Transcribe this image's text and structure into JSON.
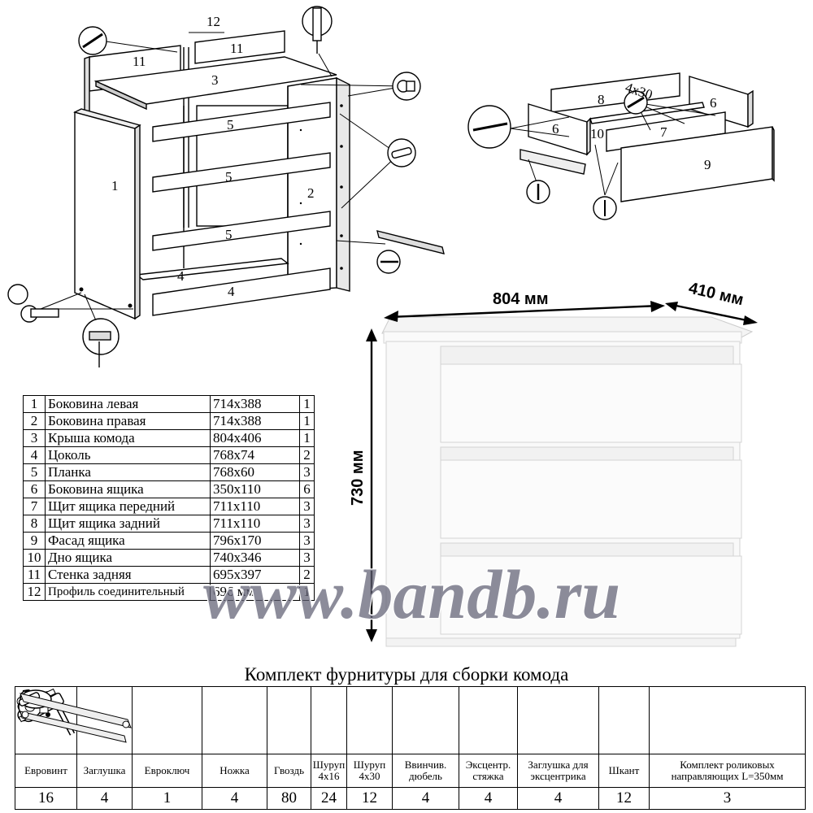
{
  "diagram": {
    "part_labels": {
      "p1": "1",
      "p2": "2",
      "p3": "3",
      "p4a": "4",
      "p4b": "4",
      "p5a": "5",
      "p5b": "5",
      "p5c": "5",
      "p11a": "11",
      "p11b": "11",
      "p12": "12",
      "d6a": "6",
      "d6b": "6",
      "d7": "7",
      "d8": "8",
      "d9": "9",
      "d10": "10",
      "screw": "4x30"
    },
    "dimensions": {
      "width": "804 мм",
      "depth": "410 мм",
      "height": "730 мм"
    },
    "watermark": "www.bandb.ru"
  },
  "parts": [
    {
      "num": "1",
      "name": "Боковина левая",
      "size": "714x388",
      "qty": "1"
    },
    {
      "num": "2",
      "name": "Боковина правая",
      "size": "714x388",
      "qty": "1"
    },
    {
      "num": "3",
      "name": "Крыша комода",
      "size": "804x406",
      "qty": "1"
    },
    {
      "num": "4",
      "name": "Цоколь",
      "size": "768x74",
      "qty": "2"
    },
    {
      "num": "5",
      "name": "Планка",
      "size": "768x60",
      "qty": "3"
    },
    {
      "num": "6",
      "name": "Боковина ящика",
      "size": "350x110",
      "qty": "6"
    },
    {
      "num": "7",
      "name": "Щит ящика передний",
      "size": "711x110",
      "qty": "3"
    },
    {
      "num": "8",
      "name": "Щит ящика задний",
      "size": "711x110",
      "qty": "3"
    },
    {
      "num": "9",
      "name": "Фасад ящика",
      "size": "796x170",
      "qty": "3"
    },
    {
      "num": "10",
      "name": "Дно ящика",
      "size": "740x346",
      "qty": "3"
    },
    {
      "num": "11",
      "name": "Стенка задняя",
      "size": "695x397",
      "qty": "2"
    },
    {
      "num": "12",
      "name": "Профиль соединительный",
      "size": "696 мм",
      "qty": "1"
    }
  ],
  "hardware": {
    "title": "Комплект фурнитуры для сборки комода",
    "items": [
      {
        "icon": "eurobolt-icon",
        "label": "Евровинт",
        "count": "16"
      },
      {
        "icon": "cap-icon",
        "label": "Заглушка",
        "count": "4"
      },
      {
        "icon": "eurokey-icon",
        "label": "Евроключ",
        "count": "1"
      },
      {
        "icon": "foot-icon",
        "label": "Ножка",
        "count": "4"
      },
      {
        "icon": "nail-icon",
        "label": "Гвоздь",
        "count": "80"
      },
      {
        "icon": "screw-small-icon",
        "label": "Шуруп 4x16",
        "count": "24"
      },
      {
        "icon": "screw-long-icon",
        "label": "Шуруп 4x30",
        "count": "12"
      },
      {
        "icon": "dowel-icon",
        "label": "Ввинчив. дюбель",
        "count": "4"
      },
      {
        "icon": "cam-lock-icon",
        "label": "Эксцентр. стяжка",
        "count": "4"
      },
      {
        "icon": "cam-cap-icon",
        "label": "Заглушка для эксцентрика",
        "count": "4"
      },
      {
        "icon": "wood-dowel-icon",
        "label": "Шкант",
        "count": "12"
      },
      {
        "icon": "roller-rail-icon",
        "label": "Комплект роликовых направляющих L=350мм",
        "count": "3"
      }
    ]
  }
}
